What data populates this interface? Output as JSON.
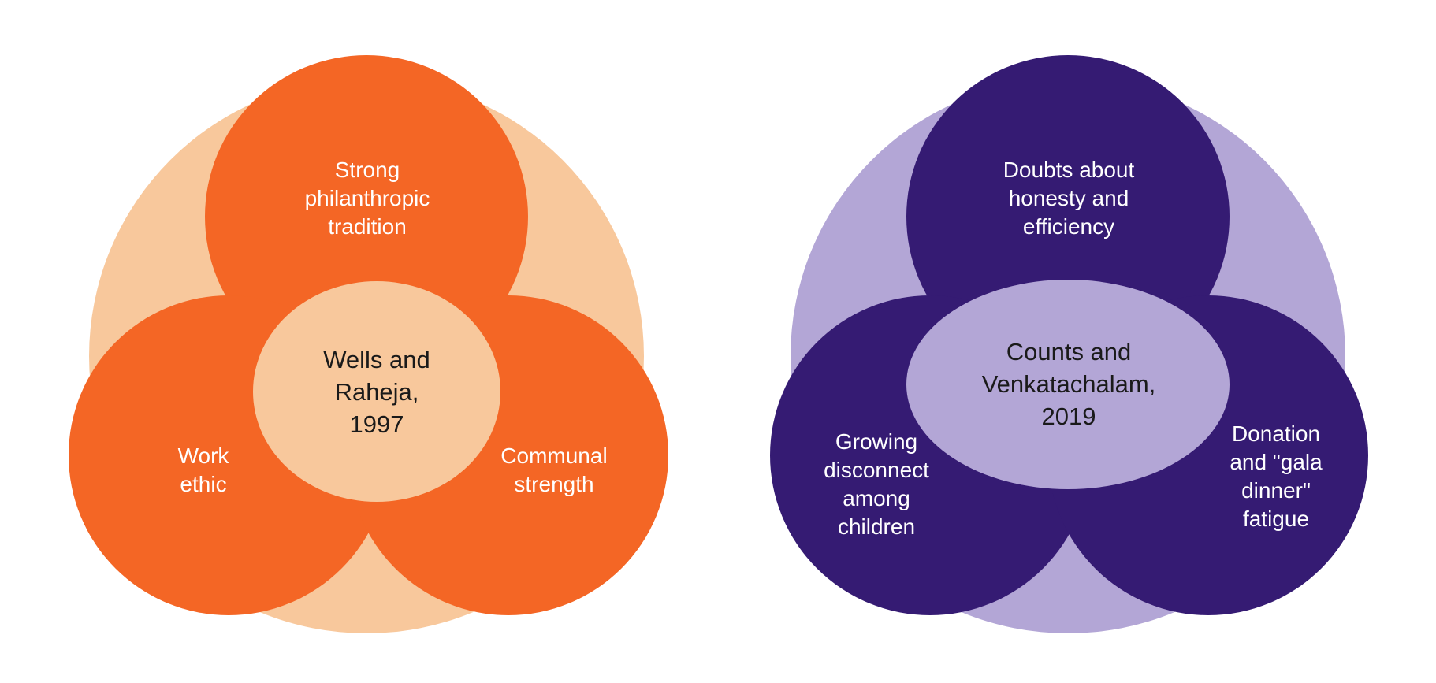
{
  "diagrams": [
    {
      "colors": {
        "outer": "#F8C89C",
        "circle": "#F46625",
        "center": "#F8C89C",
        "label_text": "#FFFFFF",
        "center_text": "#1A1A1A"
      },
      "top_label": [
        "Strong",
        "philanthropic",
        "tradition"
      ],
      "left_label": [
        "Work",
        "ethic"
      ],
      "right_label": [
        "Communal",
        "strength"
      ],
      "center_label": [
        "Wells and",
        "Raheja,",
        "1997"
      ]
    },
    {
      "colors": {
        "outer": "#B3A6D6",
        "circle": "#351B73",
        "center": "#B3A6D6",
        "label_text": "#FFFFFF",
        "center_text": "#1A1A1A"
      },
      "top_label": [
        "Doubts about",
        "honesty and",
        "efficiency"
      ],
      "left_label": [
        "Growing",
        "disconnect",
        "among",
        "children"
      ],
      "right_label": [
        "Donation",
        "and \"gala",
        "dinner\"",
        "fatigue"
      ],
      "center_label": [
        "Counts and",
        "Venkatachalam,",
        "2019"
      ]
    }
  ]
}
